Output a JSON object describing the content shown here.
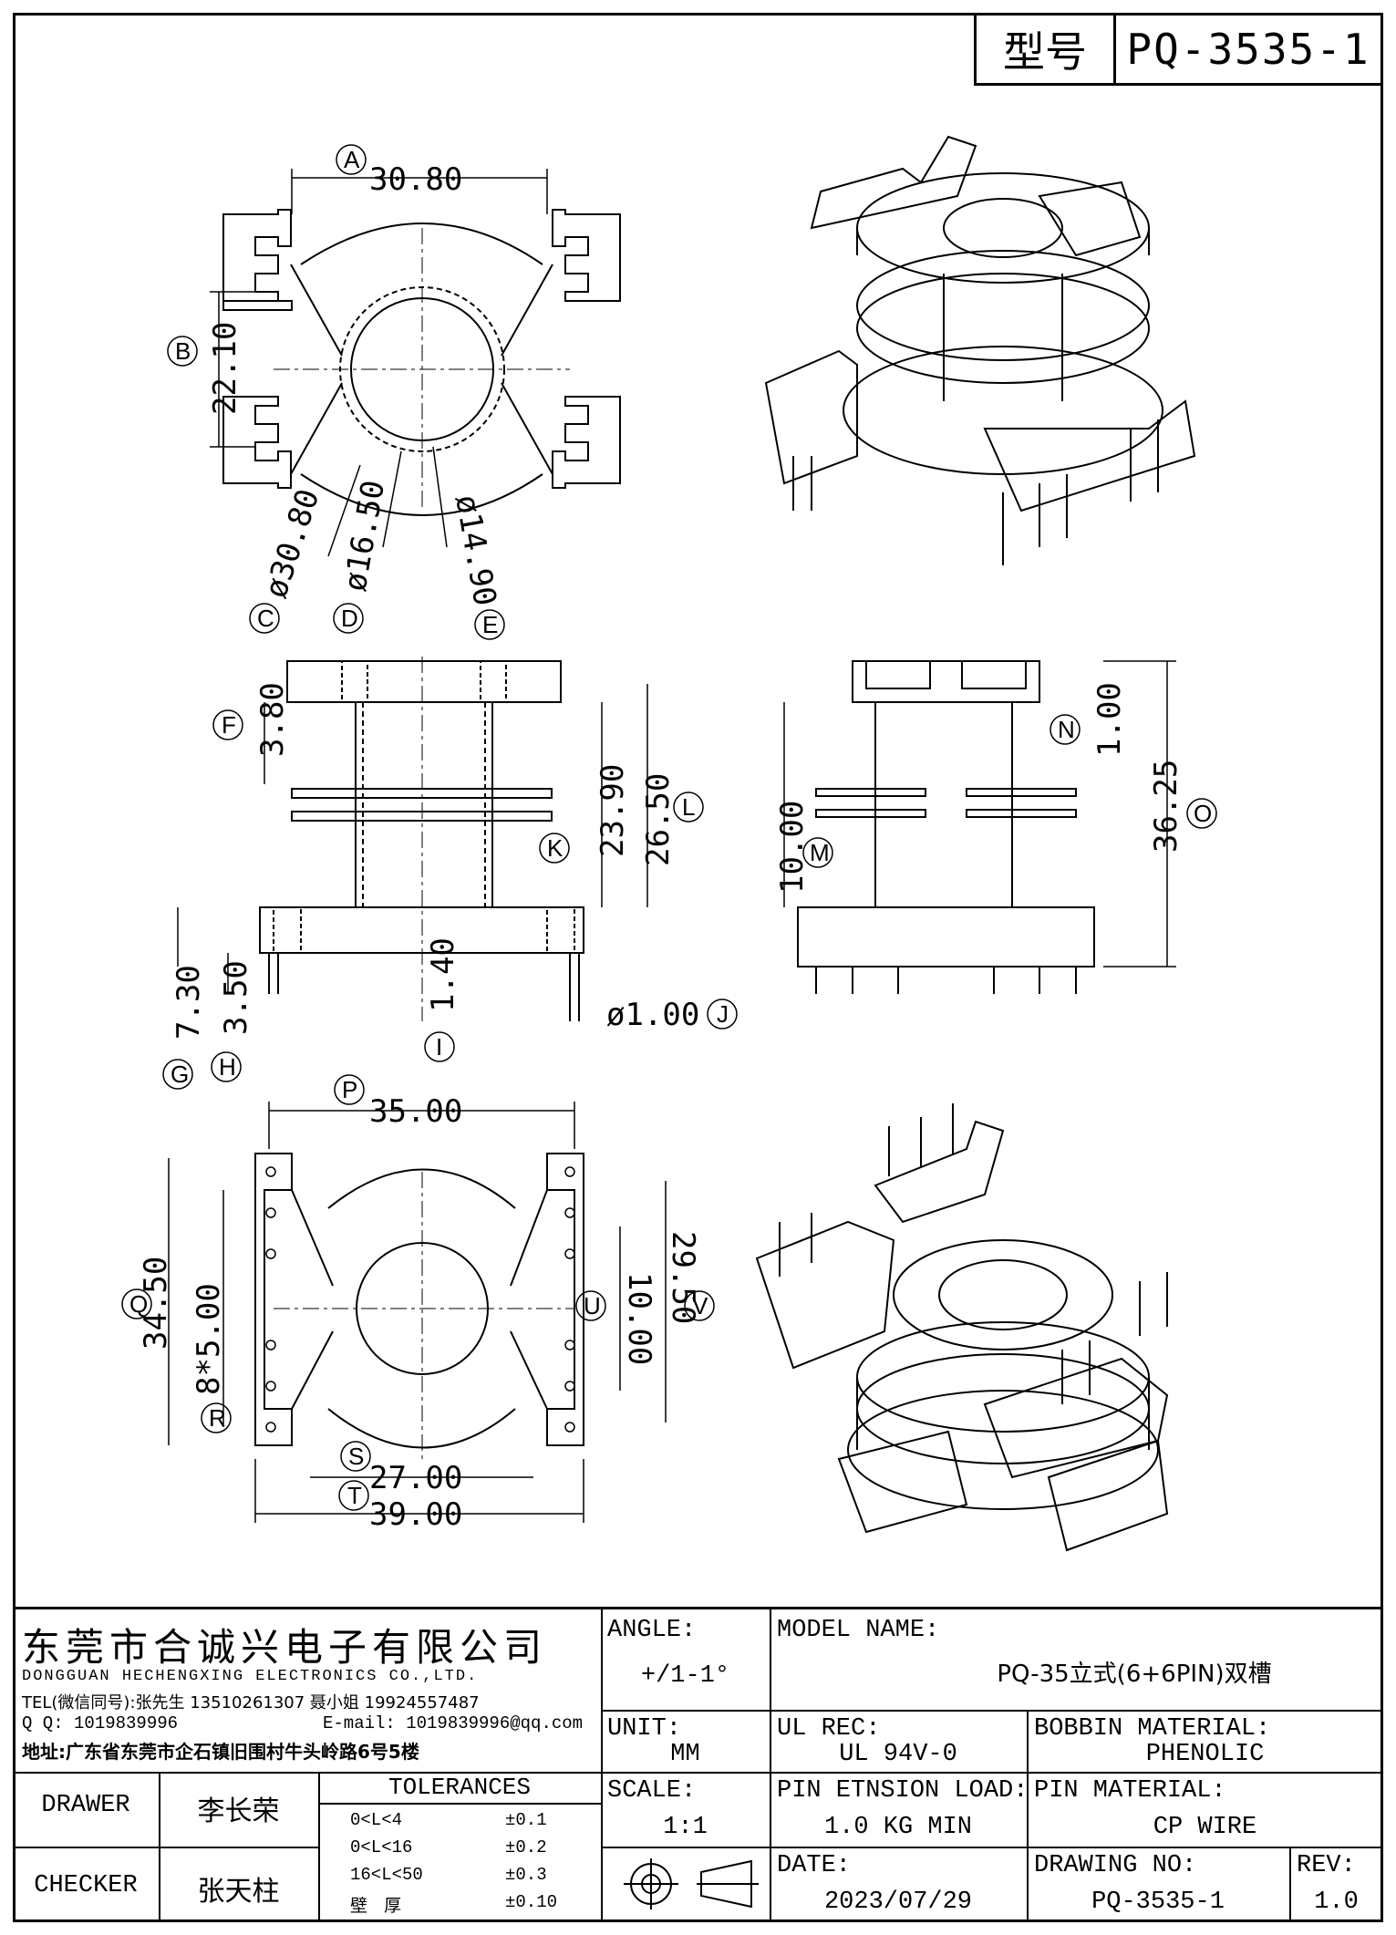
{
  "header": {
    "label": "型号",
    "model": "PQ-3535-1"
  },
  "dims": {
    "A": "30.80",
    "B": "22.10",
    "C": "ø30.80",
    "D": "ø16.50",
    "E": "ø14.90",
    "F": "3.80",
    "K": "23.90",
    "L": "26.50",
    "G": "7.30",
    "H": "3.50",
    "I": "1.40",
    "J": "ø1.00",
    "M": "10.00",
    "N": "1.00",
    "O": "36.25",
    "P": "35.00",
    "Q": "34.50",
    "R": "8*5.00",
    "U": "10.00",
    "V": "29.50",
    "S": "27.00",
    "T": "39.00"
  },
  "letters": [
    "A",
    "B",
    "C",
    "D",
    "E",
    "F",
    "G",
    "H",
    "I",
    "J",
    "K",
    "L",
    "M",
    "N",
    "O",
    "P",
    "Q",
    "R",
    "S",
    "T",
    "U",
    "V"
  ],
  "company": {
    "cn": "东莞市合诚兴电子有限公司",
    "en": "DONGGUAN HECHENGXING ELECTRONICS CO.,LTD.",
    "tel": "TEL(微信同号):张先生 13510261307 聂小姐 19924557487",
    "qq_label": "Q Q: 1019839996",
    "email": "E-mail: 1019839996@qq.com",
    "address": "地址:广东省东莞市企石镇旧围村牛头岭路6号5楼"
  },
  "fields": {
    "angle_label": "ANGLE:",
    "angle_value": "+/1-1°",
    "unit_label": "UNIT:",
    "unit_value": "MM",
    "scale_label": "SCALE:",
    "scale_value": "1:1",
    "model_label": "MODEL NAME:",
    "model_value": "PQ-35立式(6+6PIN)双槽",
    "ul_label": "UL REC:",
    "ul_value": "UL 94V-0",
    "bobbin_label": "BOBBIN MATERIAL:",
    "bobbin_value": "PHENOLIC",
    "pin_load_label": "PIN ETNSION LOAD:",
    "pin_load_value": "1.0 KG MIN",
    "pin_mat_label": "PIN MATERIAL:",
    "pin_mat_value": "CP WIRE",
    "date_label": "DATE:",
    "date_value": "2023/07/29",
    "drawing_label": "DRAWING NO:",
    "drawing_value": "PQ-3535-1",
    "rev_label": "REV:",
    "rev_value": "1.0",
    "drawer_label": "DRAWER",
    "drawer_value": "李长荣",
    "checker_label": "CHECKER",
    "checker_value": "张天柱"
  },
  "tolerances": {
    "title": "TOLERANCES",
    "rows": [
      {
        "range": "0<L<4",
        "tol": "±0.1"
      },
      {
        "range": "0<L<16",
        "tol": "±0.2"
      },
      {
        "range": "16<L<50",
        "tol": "±0.3"
      },
      {
        "range": "壁   厚",
        "tol": "±0.10"
      }
    ]
  }
}
